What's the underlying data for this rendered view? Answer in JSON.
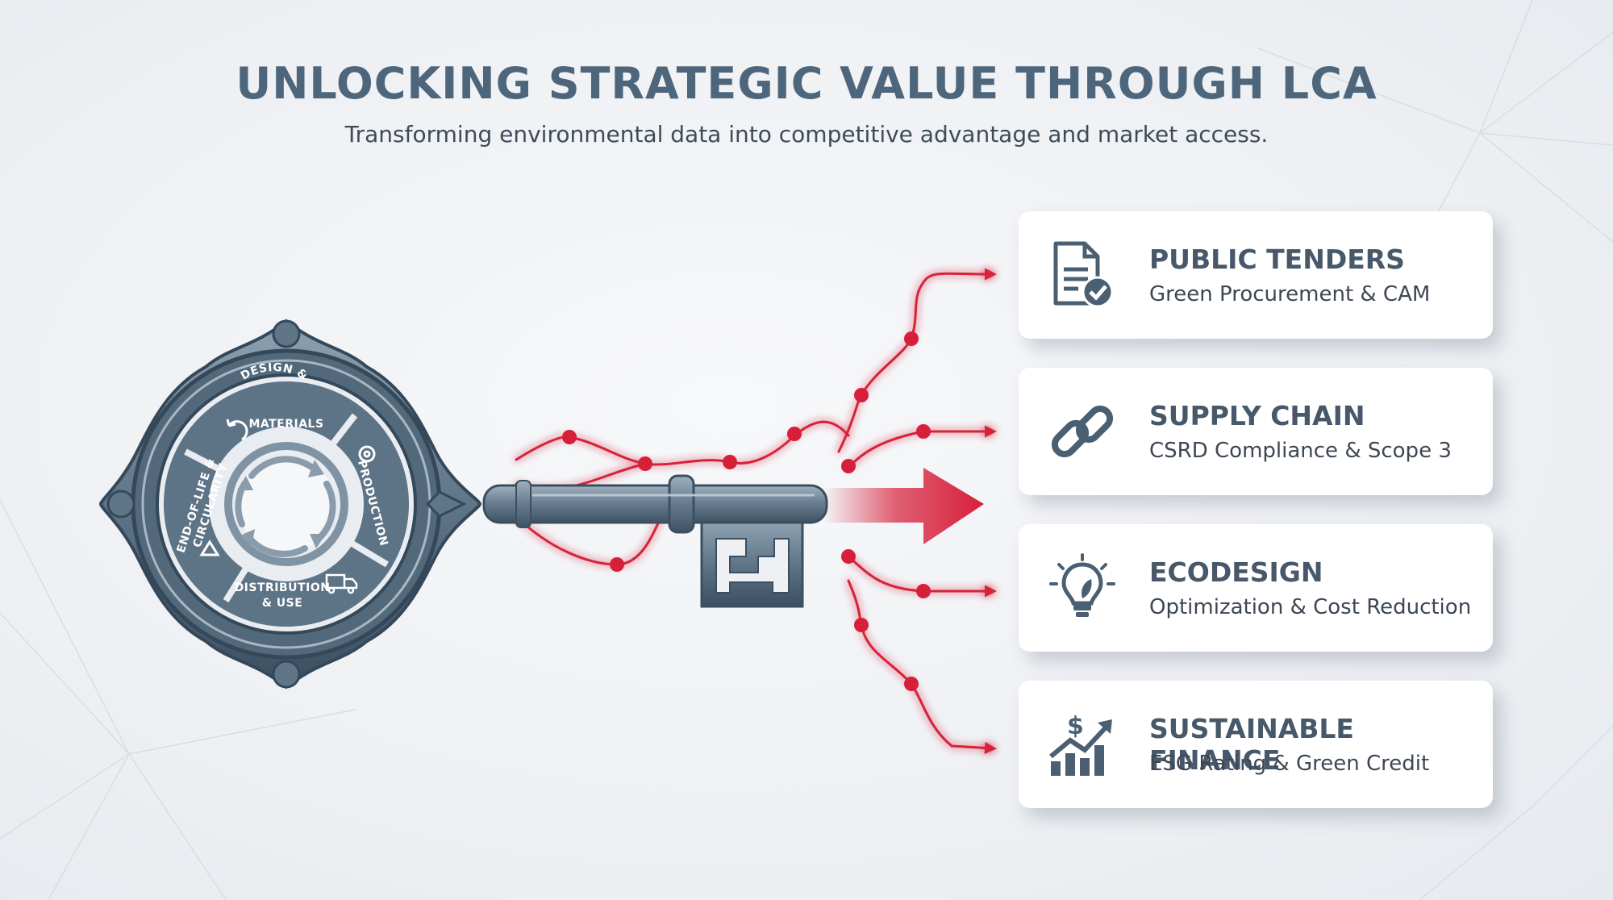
{
  "title": "UNLOCKING STRATEGIC VALUE THROUGH LCA",
  "subtitle": "Transforming environmental data into competitive advantage and market access.",
  "lifecycle": {
    "design": [
      "DESIGN &",
      "MATERIALS"
    ],
    "production": "PRODUCTION",
    "distribution": [
      "DISTRIBUTION",
      "& USE"
    ],
    "end_of_life": [
      "END-OF-LIFE &",
      "CIRCULARITY"
    ]
  },
  "cards": [
    {
      "title": "PUBLIC TENDERS",
      "subtitle": "Green Procurement & CAM",
      "icon": "document-check-icon"
    },
    {
      "title": "SUPPLY CHAIN",
      "subtitle": "CSRD Compliance & Scope 3",
      "icon": "chain-link-icon"
    },
    {
      "title": "ECODESIGN",
      "subtitle": "Optimization & Cost Reduction",
      "icon": "lightbulb-leaf-icon"
    },
    {
      "title": "SUSTAINABLE FINANCE",
      "subtitle": "ESG Rating & Green Credit",
      "icon": "finance-growth-icon"
    }
  ],
  "colors": {
    "accent_red": "#d6203a",
    "steel": "#5f7588",
    "steel_dark": "#3b4f61",
    "title": "#4d667c"
  }
}
